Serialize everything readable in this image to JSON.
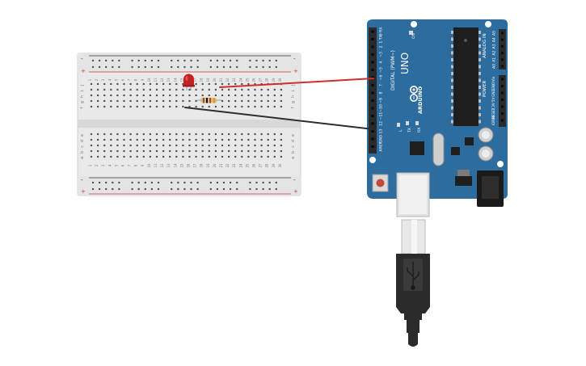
{
  "breadboard": {
    "columns": 30,
    "column_numbers": [
      "1",
      "2",
      "3",
      "4",
      "5",
      "6",
      "7",
      "8",
      "9",
      "10",
      "11",
      "12",
      "13",
      "14",
      "15",
      "16",
      "17",
      "18",
      "19",
      "20",
      "21",
      "22",
      "23",
      "24",
      "25",
      "26",
      "27",
      "28",
      "29",
      "30"
    ],
    "top_rows": [
      "j",
      "i",
      "h",
      "g",
      "f"
    ],
    "bottom_rows": [
      "e",
      "d",
      "c",
      "b",
      "a"
    ],
    "rail_minus": "-",
    "rail_plus": "+",
    "colors": {
      "body": "#e9e9e9",
      "channel": "#d8d8d8",
      "hole": "#555555",
      "rail_red": "#d33a3a",
      "rail_black": "#333333"
    }
  },
  "led": {
    "color": "#c42222"
  },
  "resistor": {
    "bands": [
      "#8b5a2b",
      "#111111",
      "#c83a1a",
      "#d4a017"
    ]
  },
  "wires": {
    "signal_color": "#d42b2b",
    "ground_color": "#2e2e2e"
  },
  "arduino": {
    "board_color": "#2d6c9e",
    "brand": "ARDUINO",
    "model": "UNO",
    "on_label": "ON",
    "digital_label": "DIGITAL (PWM~)",
    "analog_label": "ANALOG IN",
    "power_label": "POWER",
    "tx_label": "TX",
    "rx_label": "RX",
    "l_label": "L",
    "digital_pins": [
      "0 RX",
      "1 TX",
      "2",
      "~3",
      "4",
      "~5",
      "~6",
      "7",
      "8",
      "~9",
      "~10",
      "~11",
      "12",
      "13",
      "GND",
      "AREF"
    ],
    "analog_pins": [
      "A5",
      "A4",
      "A3",
      "A2",
      "A1",
      "A0"
    ],
    "power_pins": [
      "Vin",
      "GND",
      "GND",
      "5V",
      "3.3V",
      "RESET",
      "IOREF"
    ]
  },
  "usb_cable": {
    "color": "#2b2b2b",
    "plug_color": "#e8e8e8"
  }
}
